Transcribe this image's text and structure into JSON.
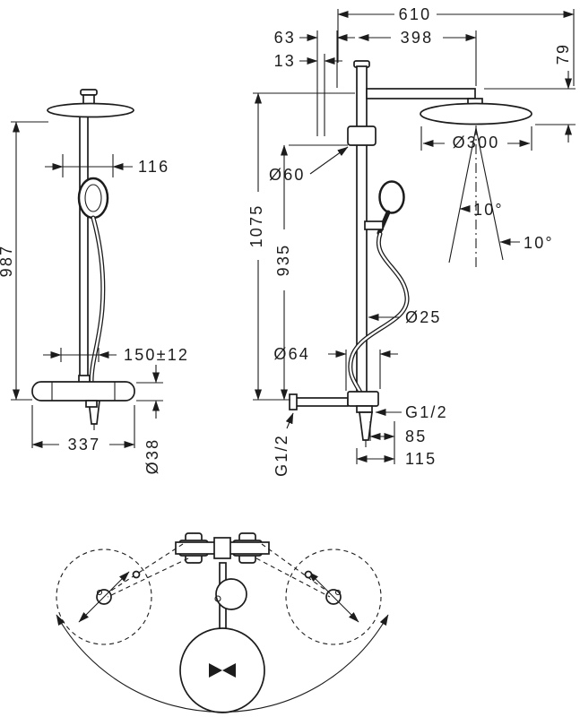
{
  "drawing": {
    "kind": "shower-system-dimension-drawing",
    "background": "#ffffff",
    "line_color": "#1c1c1c"
  },
  "side_view": {
    "labels": {
      "head_offset": "116",
      "total_height": "987",
      "hose_clearance": "150±12",
      "valve_width": "337",
      "valve_diameter": "Ø38"
    }
  },
  "front_view": {
    "labels": {
      "overall_width": "610",
      "wall_to_pipe": "63",
      "arm_reach": "398",
      "bracket_offset": "13",
      "head_drop": "79",
      "upper_escutcheon": "Ø60",
      "head_diameter": "Ø300",
      "swivel_left": "10°",
      "swivel_right": "10°",
      "overall_height": "1075",
      "riser_height": "935",
      "pipe_diameter": "Ø25",
      "lower_escutcheon": "Ø64",
      "inlet_thread": "G1/2",
      "outlet_thread": "G1/2",
      "outlet_offset": "85",
      "outlet_reach": "115"
    }
  }
}
